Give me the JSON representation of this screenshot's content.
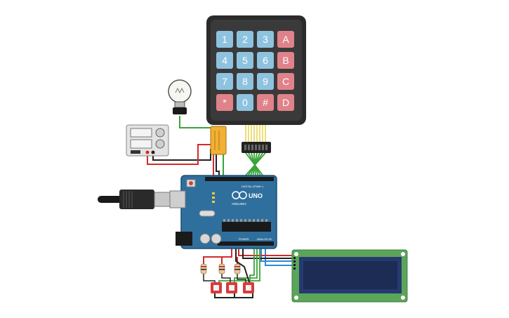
{
  "keypad": {
    "rows": [
      [
        "1",
        "2",
        "3",
        "A"
      ],
      [
        "4",
        "5",
        "6",
        "B"
      ],
      [
        "7",
        "8",
        "9",
        "C"
      ],
      [
        "*",
        "0",
        "#",
        "D"
      ]
    ],
    "digit_key_color": "#8ec3e0",
    "letter_key_color": "#e0828a",
    "body_color": "#2b2b2b"
  },
  "arduino": {
    "brand": "ARDUINO",
    "model": "UNO",
    "digital_label": "DIGITAL (PWM~)",
    "power_label": "POWER",
    "analog_label": "ANALOG IN",
    "board_color": "#2f6f9e"
  },
  "relay": {
    "color": "#f2b134"
  },
  "lcd": {
    "board_color": "#5aa55a",
    "screen_color": "#1d2c55"
  },
  "pushbuttons": {
    "count": 3,
    "color": "#d83a3a"
  },
  "resistors": {
    "count": 3
  },
  "wire_colors": {
    "red": "#d42a2a",
    "black": "#222222",
    "green": "#3aa43a",
    "blue": "#2a8ad4",
    "dark_red": "#b02222"
  }
}
